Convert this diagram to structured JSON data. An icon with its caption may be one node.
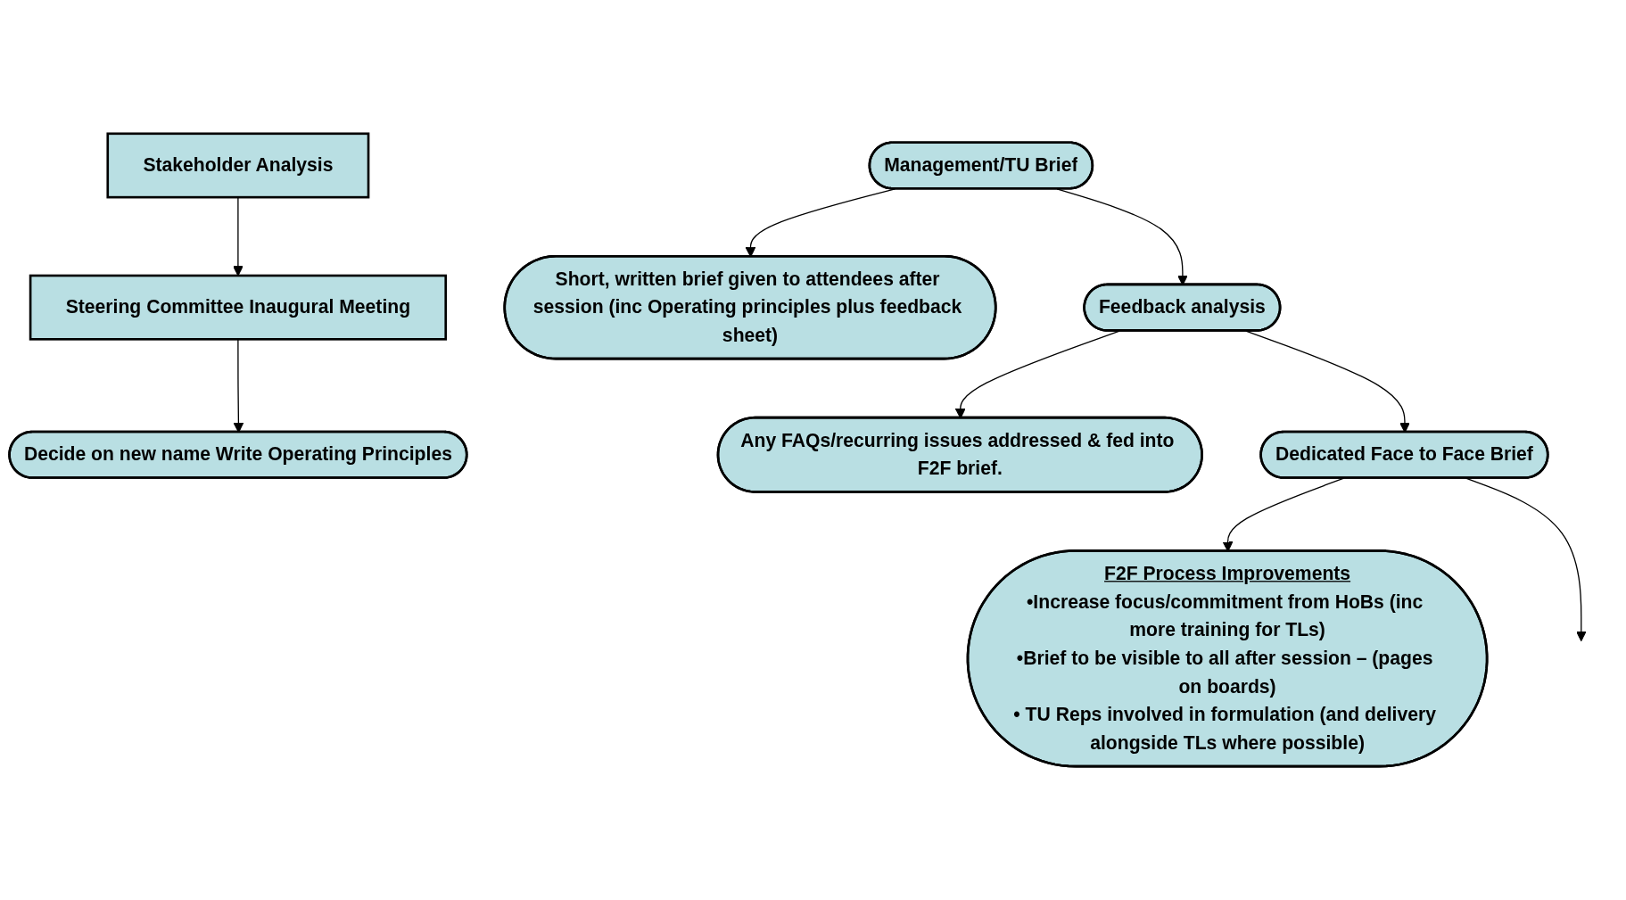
{
  "diagram": {
    "nodes": [
      {
        "text": [
          "Stakeholder Analysis"
        ]
      },
      {
        "text": [
          "Steering Committee Inaugural Meeting"
        ]
      },
      {
        "text": [
          "Decide on new name Write Operating Principles"
        ]
      },
      {
        "text": [
          "Management/TU Brief"
        ]
      },
      {
        "text": [
          "Short, written brief given to attendees after session (inc Operating principles plus feedback sheet)"
        ]
      },
      {
        "text": [
          "Feedback analysis"
        ]
      },
      {
        "text": [
          "Any FAQs/recurring issues addressed & fed into F2F brief."
        ]
      },
      {
        "text": [
          "Dedicated Face to Face Brief"
        ]
      },
      {
        "text": [
          "F2F Process Improvements",
          "•Increase focus/commitment from HoBs (inc more training for TLs)",
          "•Brief to be visible to all after session – (pages on boards)",
          "• TU Reps involved in formulation (and delivery alongside TLs where possible)"
        ]
      }
    ],
    "edges": [
      {
        "from": 0,
        "to": 1,
        "arrow": "to"
      },
      {
        "from": 1,
        "to": 2,
        "arrow": "to"
      },
      {
        "from": 3,
        "to": 4,
        "arrow": "to"
      },
      {
        "from": 3,
        "to": 5,
        "arrow": "to"
      },
      {
        "from": 5,
        "to": 6,
        "arrow": "to"
      },
      {
        "from": 5,
        "to": 7,
        "arrow": "to"
      },
      {
        "from": 7,
        "to": 8,
        "arrow": "to"
      },
      {
        "from": 7,
        "to": null,
        "arrow": "to"
      }
    ]
  }
}
